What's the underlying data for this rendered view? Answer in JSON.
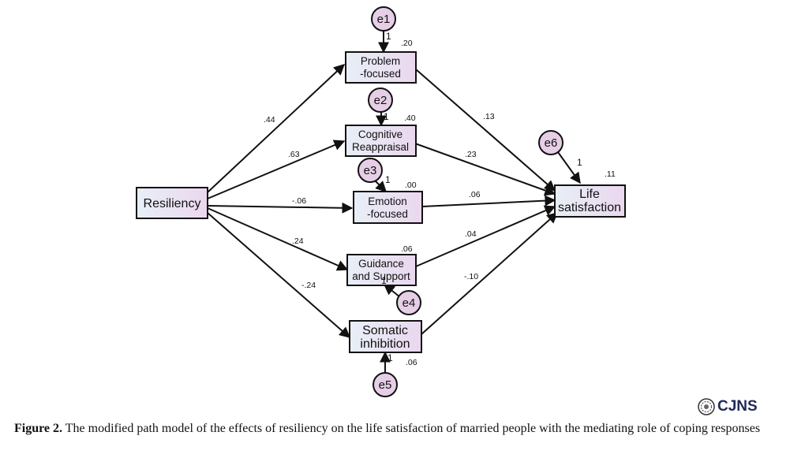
{
  "nodes": {
    "resiliency": "Resiliency",
    "problem": [
      "Problem",
      "-focused"
    ],
    "cognitive": [
      "Cognitive",
      "Reappraisal"
    ],
    "emotion": [
      "Emotion",
      "-focused"
    ],
    "guidance": [
      "Guidance",
      "and Support"
    ],
    "somatic": [
      "Somatic",
      "inhibition"
    ],
    "life": [
      "Life",
      "satisfaction"
    ]
  },
  "errors": {
    "e1": "e1",
    "e2": "e2",
    "e3": "e3",
    "e4": "e4",
    "e5": "e5",
    "e6": "e6"
  },
  "error_weights": {
    "e1": "1",
    "e2": "1",
    "e3": "1",
    "e4": "1",
    "e5": "1",
    "e6": "1"
  },
  "r_squared": {
    "problem": ".20",
    "cognitive": ".40",
    "emotion": ".00",
    "guidance": ".06",
    "somatic": ".06",
    "life": ".11"
  },
  "coefficients": {
    "res_problem": ".44",
    "res_cognitive": ".63",
    "res_emotion": "-.06",
    "res_guidance": ".24",
    "res_somatic": "-.24",
    "problem_life": ".13",
    "cognitive_life": ".23",
    "emotion_life": ".06",
    "guidance_life": ".04",
    "somatic_life": "-.10"
  },
  "logo": "CJNS",
  "caption": {
    "label": "Figure 2.",
    "text": " The modified path model of the effects of resiliency on the life satisfaction of married people with the mediating role of coping responses"
  },
  "colors": {
    "box_fill_left": "#e8eff7",
    "box_fill_right": "#ead7ee",
    "error_fill": "#e6cfe6"
  }
}
